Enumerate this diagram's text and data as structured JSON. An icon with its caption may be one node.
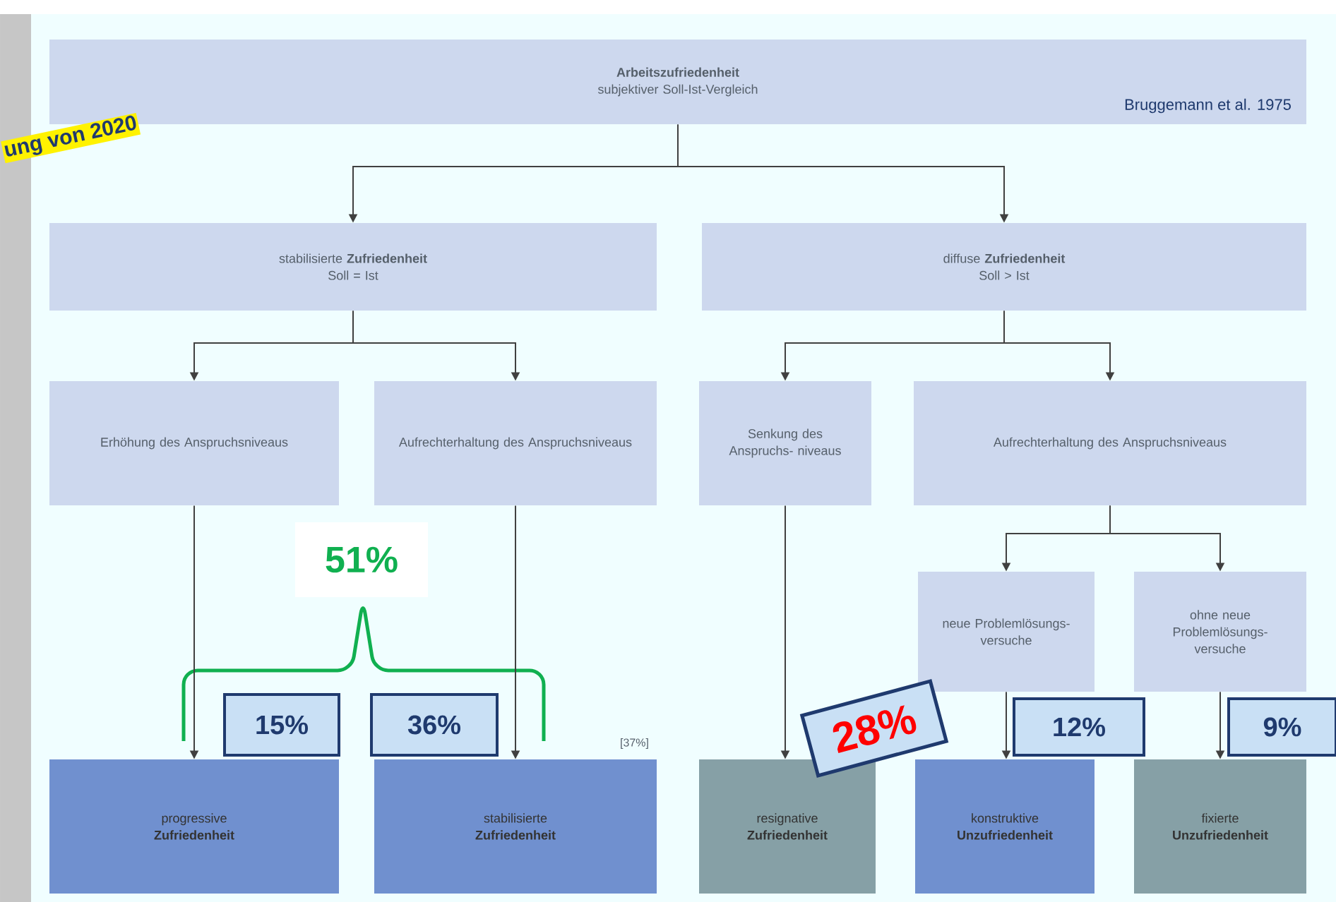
{
  "diagram": {
    "nodes": [
      {
        "text": [
          "Arbeitszufriedenheit",
          "subjektiver Soll-Ist-Vergleich",
          "Bruggemann et al. 1975"
        ]
      },
      {
        "text": [
          "stabilisierte **Zufriedenheit**",
          "Soll = Ist"
        ]
      },
      {
        "text": [
          "diffuse **Zufriedenheit**",
          "Soll > Ist"
        ]
      },
      {
        "text": [
          "Erhöhung des Anspruchsniveaus"
        ]
      },
      {
        "text": [
          "Aufrechterhaltung des Anspruchsniveaus"
        ]
      },
      {
        "text": [
          "Senkung des Anspruchs- niveaus"
        ]
      },
      {
        "text": [
          "Aufrechterhaltung des Anspruchsniveaus"
        ]
      },
      {
        "text": [
          "neue Problemlösungs- versuche"
        ]
      },
      {
        "text": [
          "ohne neue Problemlösungs- versuche"
        ]
      },
      {
        "text": [
          "progressive",
          "Zufriedenheit"
        ]
      },
      {
        "text": [
          "stabilisierte",
          "Zufriedenheit"
        ],
        "beside": [
          "[37%]"
        ]
      },
      {
        "text": [
          "resignative",
          "Zufriedenheit"
        ]
      },
      {
        "text": [
          "konstruktive",
          "Unzufriedenheit"
        ]
      },
      {
        "text": [
          "fixierte",
          "Unzufriedenheit"
        ]
      },
      {
        "text": [
          "51%"
        ]
      },
      {
        "text": [
          "15%"
        ]
      },
      {
        "text": [
          "36%"
        ]
      },
      {
        "text": [
          "28%"
        ]
      },
      {
        "text": [
          "12%"
        ]
      },
      {
        "text": [
          "9%"
        ]
      }
    ],
    "edges": [
      {
        "from": 0,
        "to": 1,
        "arrow": "to"
      },
      {
        "from": 0,
        "to": 2,
        "arrow": "to"
      },
      {
        "from": 1,
        "to": 3,
        "arrow": "to"
      },
      {
        "from": 1,
        "to": 4,
        "arrow": "to"
      },
      {
        "from": 2,
        "to": 5,
        "arrow": "to"
      },
      {
        "from": 2,
        "to": 6,
        "arrow": "to"
      },
      {
        "from": 3,
        "to": 9,
        "arrow": "to"
      },
      {
        "from": 4,
        "to": 10,
        "arrow": "to"
      },
      {
        "from": 5,
        "to": 11,
        "arrow": "to"
      },
      {
        "from": 6,
        "to": 7,
        "arrow": "to"
      },
      {
        "from": 6,
        "to": 8,
        "arrow": "to"
      },
      {
        "from": 7,
        "to": 12,
        "arrow": "to"
      },
      {
        "from": 8,
        "to": 13,
        "arrow": "to"
      }
    ],
    "labels": [
      "ung von 2020"
    ]
  }
}
